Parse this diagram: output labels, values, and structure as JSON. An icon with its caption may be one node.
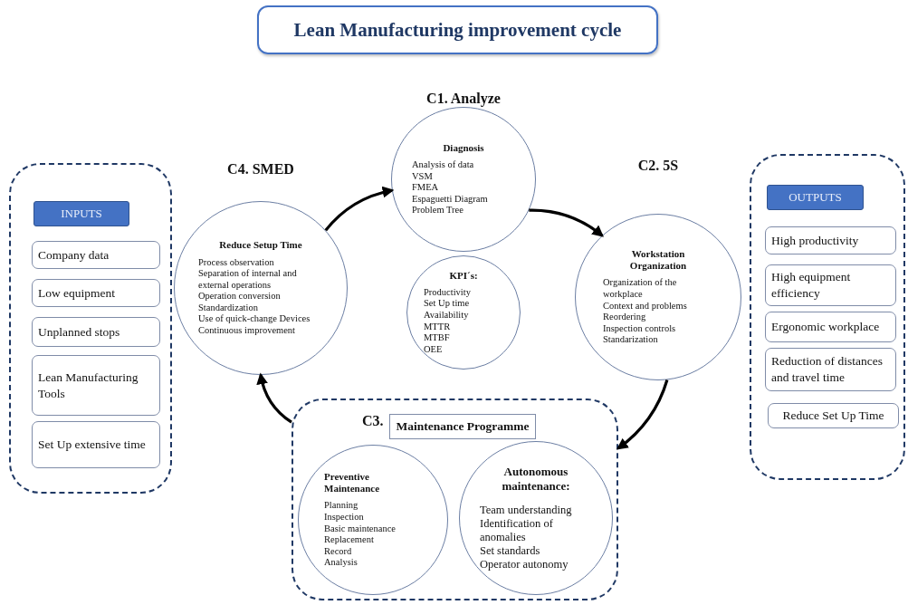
{
  "diagram": {
    "title": "Lean Manufacturing improvement cycle",
    "nodes": [
      {
        "text": [],
        "shape": "box"
      },
      {
        "text": [
          "INPUTS"
        ],
        "in": 0
      },
      {
        "text": [
          "Company data"
        ],
        "in": 0
      },
      {
        "text": [
          "Low equipment"
        ],
        "in": 0
      },
      {
        "text": [
          "Unplanned stops"
        ],
        "in": 0
      },
      {
        "text": [
          "Lean Manufacturing Tools"
        ],
        "in": 0
      },
      {
        "text": [
          "Set Up extensive time"
        ],
        "in": 0
      },
      {
        "text": [
          "C4. SMED",
          "Reduce Setup Time",
          "Process observation",
          "Separation of internal and external operations",
          "Operation conversion",
          "Standardization",
          "Use of quick-change Devices",
          "Continuous improvement"
        ]
      },
      {
        "text": [
          "C1. Analyze",
          "Diagnosis",
          "Analysis of data",
          "VSM",
          "FMEA",
          "Espaguetti Diagram",
          "Problem Tree"
        ]
      },
      {
        "text": [
          "KPI´s:",
          "Productivity",
          "Set Up time",
          "Availability",
          "MTTR",
          "MTBF",
          "OEE"
        ]
      },
      {
        "text": [
          "C2. 5S",
          "Workstation Organization",
          "Organization of the workplace",
          "Context and problems",
          "Reordering",
          "Inspection controls",
          "Standarization"
        ]
      },
      {
        "text": [
          "C3."
        ]
      },
      {
        "text": [
          "Maintenance Programme"
        ],
        "in": 11
      },
      {
        "text": [
          "Preventive Maintenance",
          "Planning",
          "Inspection",
          "Basic maintenance",
          "Replacement",
          "Record",
          "Analysis"
        ],
        "in": 11
      },
      {
        "text": [
          "Autonomous maintenance:",
          "Team understanding",
          "Identification of anomalies",
          "Set standards",
          "Operator autonomy"
        ],
        "in": 11
      },
      {
        "text": [],
        "shape": "box"
      },
      {
        "text": [
          "OUTPUTS"
        ],
        "in": 15
      },
      {
        "text": [
          "High productivity"
        ],
        "in": 15
      },
      {
        "text": [
          "High equipment efficiency"
        ],
        "in": 15
      },
      {
        "text": [
          "Ergonomic workplace"
        ],
        "in": 15
      },
      {
        "text": [
          "Reduction of distances and travel time"
        ],
        "in": 15
      },
      {
        "text": [
          "Reduce Set Up Time"
        ],
        "in": 15
      }
    ],
    "edges": [
      {
        "from": 7,
        "to": 8,
        "arrow": "to"
      },
      {
        "from": 8,
        "to": 10,
        "arrow": "to"
      },
      {
        "from": 10,
        "to": 11,
        "arrow": "to"
      },
      {
        "from": 11,
        "to": 7,
        "arrow": "to"
      }
    ]
  }
}
